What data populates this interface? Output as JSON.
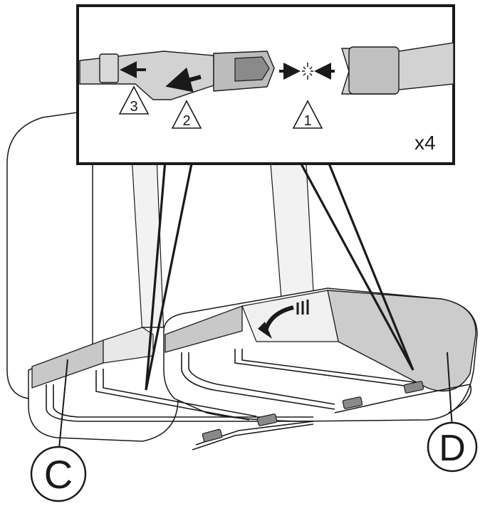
{
  "diagram": {
    "inset": {
      "step_labels": [
        "1",
        "2",
        "3"
      ],
      "multiplier": "x4"
    },
    "callouts": {
      "left": "C",
      "right": "D"
    }
  }
}
